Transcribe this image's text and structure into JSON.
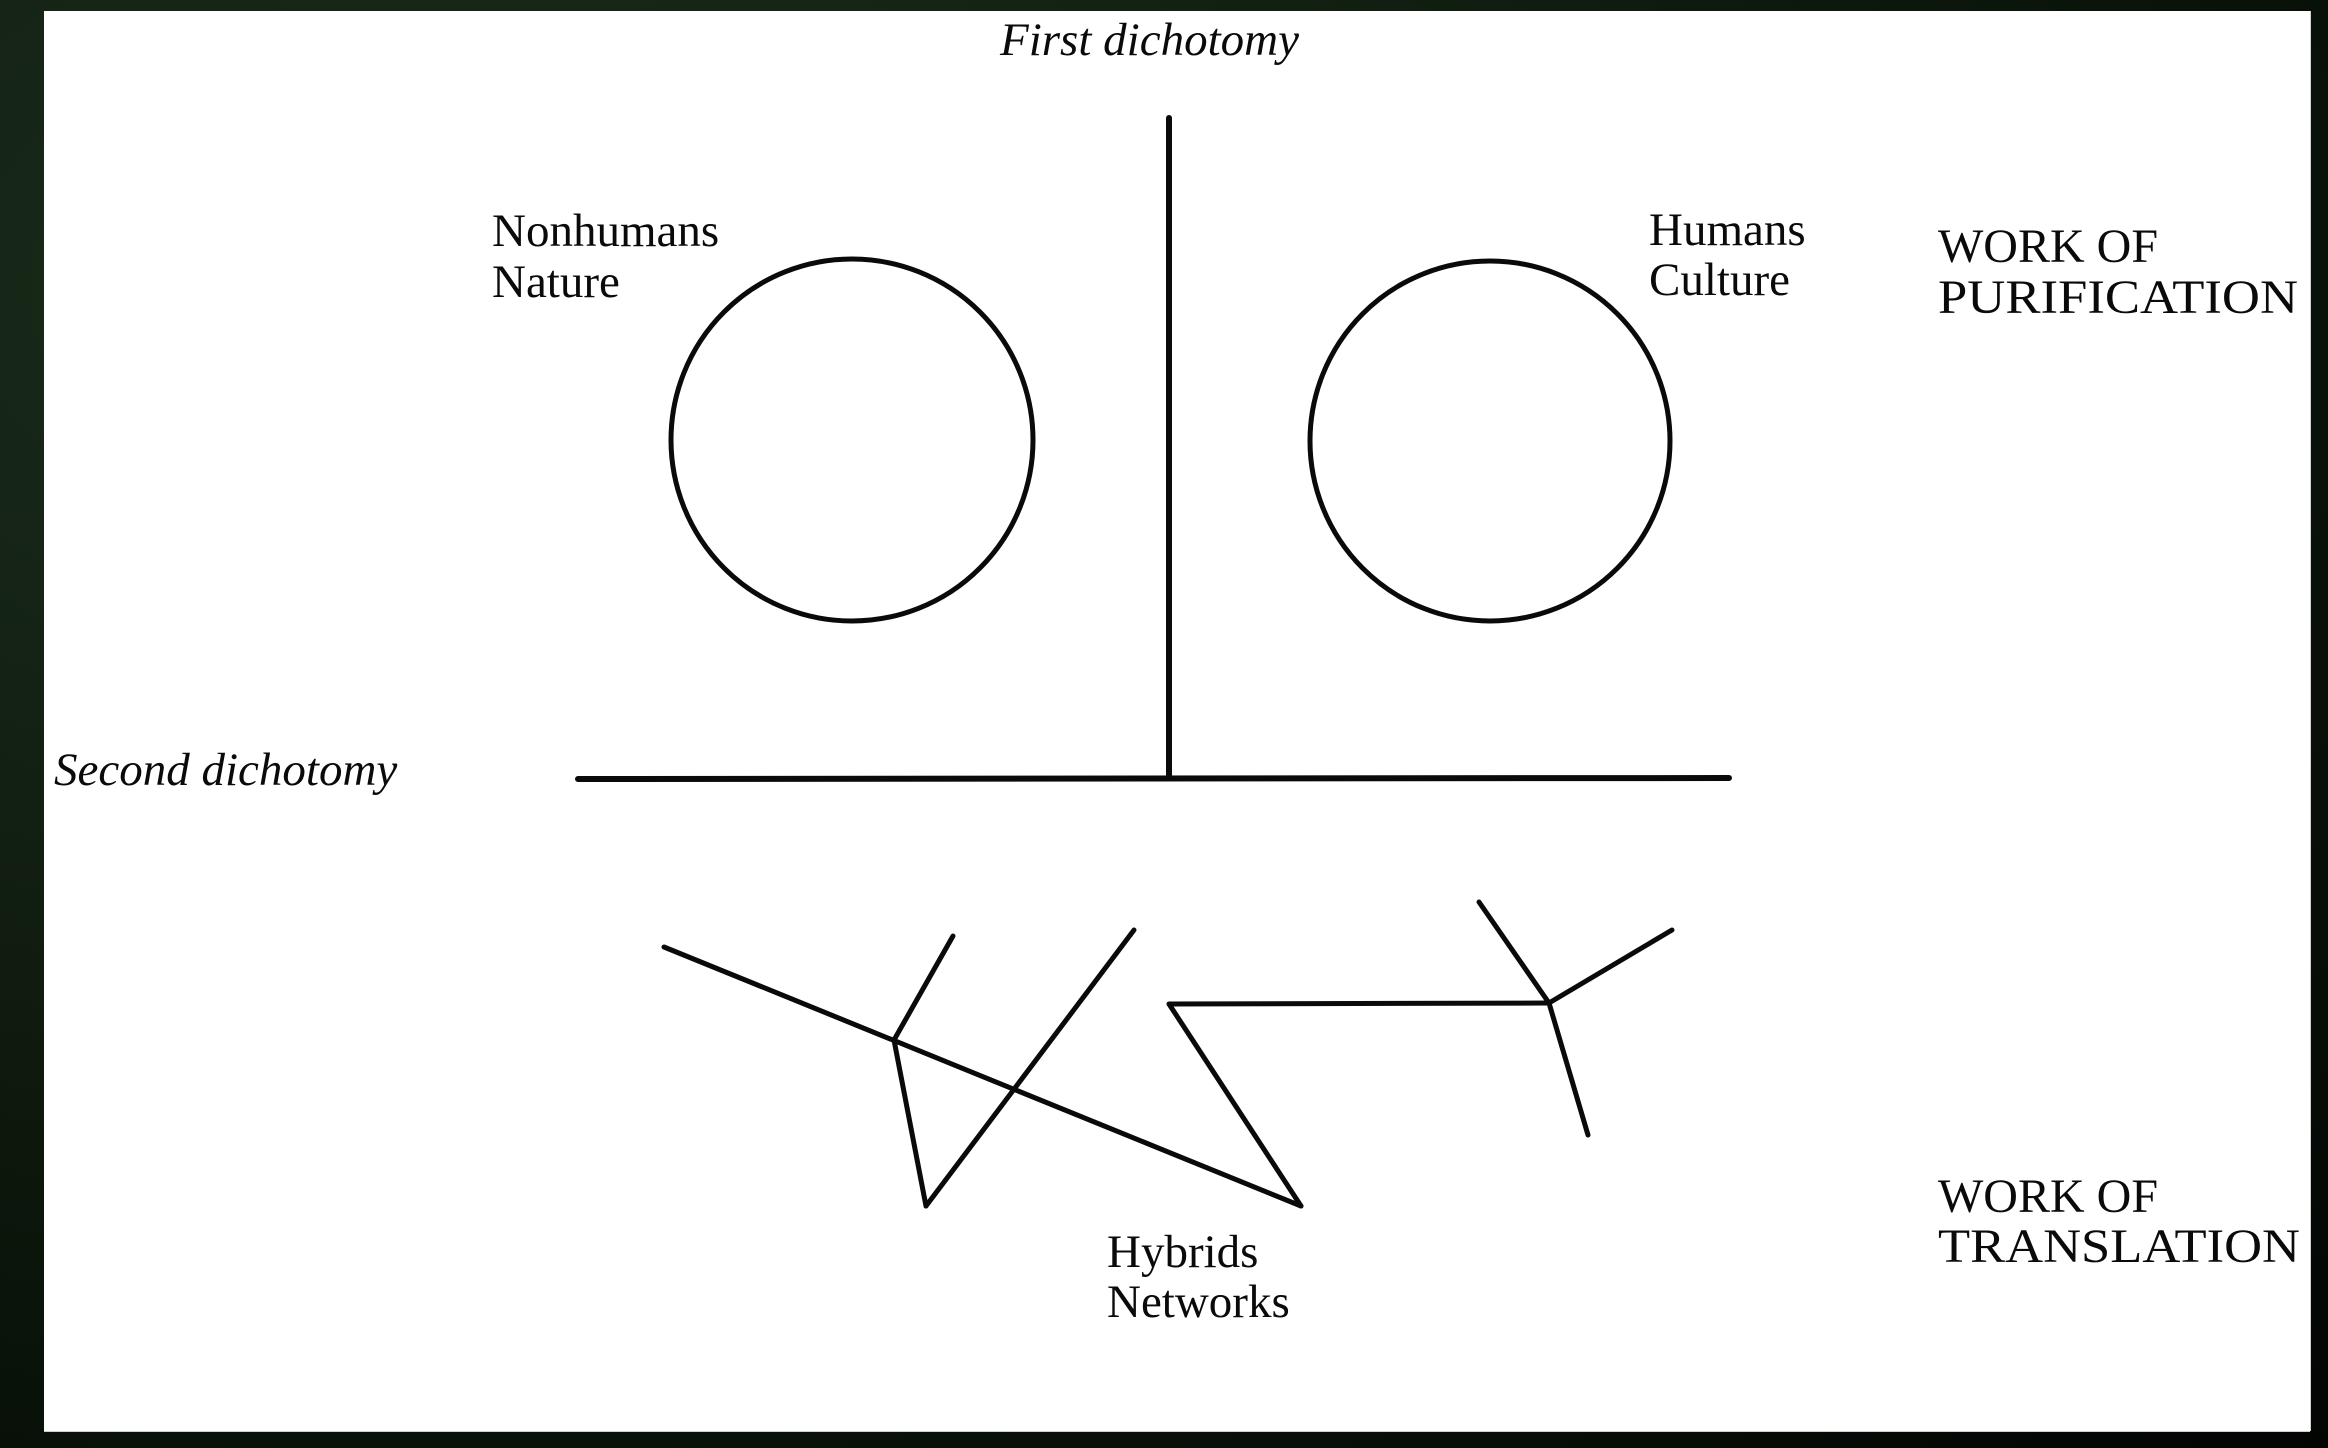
{
  "diagram": {
    "title_top": "First dichotomy",
    "title_left": "Second dichotomy",
    "left_pole": {
      "line1": "Nonhumans",
      "line2": "Nature"
    },
    "right_pole": {
      "line1": "Humans",
      "line2": "Culture"
    },
    "hybrids": {
      "line1": "Hybrids",
      "line2": "Networks"
    },
    "purification": {
      "line1": "WORK OF",
      "line2": "PURIFICATION"
    },
    "translation": {
      "line1": "WORK OF",
      "line2": "TRANSLATION"
    }
  },
  "colors": {
    "ink": "#0a0a0a",
    "paper": "#ffffff",
    "background": "#0f1a0f"
  }
}
